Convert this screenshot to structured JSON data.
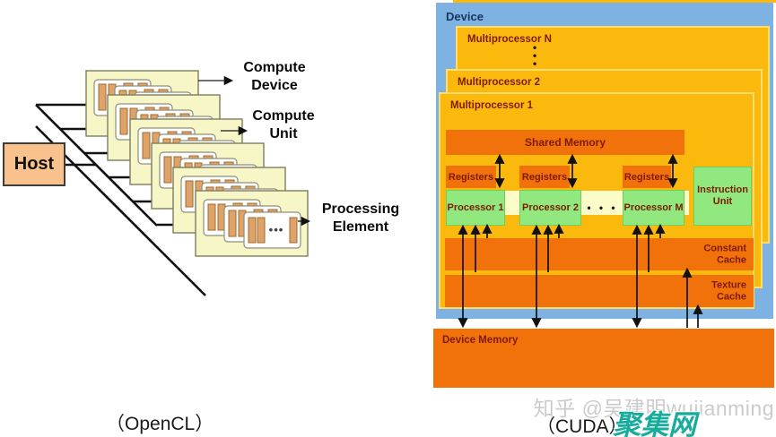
{
  "figure": {
    "left_caption": "（OpenCL）",
    "right_caption": "（CUDA）"
  },
  "opencl": {
    "host_label": "Host",
    "compute_device_label": "Compute Device",
    "compute_unit_label": "Compute Unit",
    "processing_element_label": "Processing Element",
    "ellipsis": "•••"
  },
  "cuda": {
    "device_label": "Device",
    "multiprocessor_n_label": "Multiprocessor N",
    "multiprocessor_2_label": "Multiprocessor 2",
    "multiprocessor_1_label": "Multiprocessor 1",
    "vertical_dots": "•\n•\n•",
    "shared_memory_label": "Shared Memory",
    "registers_label": "Registers",
    "processor_labels": [
      "Processor 1",
      "Processor 2",
      "Processor M"
    ],
    "processor_dots": "• • •",
    "instruction_unit_label": "Instruction Unit",
    "constant_cache_label": "Constant Cache",
    "texture_cache_label": "Texture Cache",
    "device_memory_label": "Device Memory"
  },
  "watermark": {
    "credit": "知乎 @吴建明wujianming",
    "logo": "聚集网"
  },
  "colors": {
    "device_blue": "#7EB2E2",
    "multiprocessor_gold": "#FBB80D",
    "memory_orange": "#F1710B",
    "processor_green": "#90E87F",
    "label_maroon": "#7E1B00",
    "device_label_navy": "#17375E",
    "opencl_card_yellow": "#F6F6C6",
    "pe_bar_tan": "#DFA269",
    "host_peach": "#F9C28C",
    "logo_teal": "#18AC9D",
    "watermark_gray": "#CBCBCB"
  }
}
